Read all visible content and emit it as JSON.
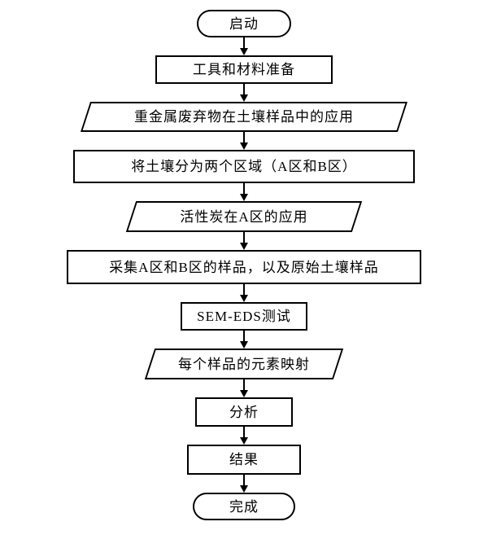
{
  "flowchart": {
    "title": "SEM-EDS soil experiment flowchart",
    "nodes": [
      {
        "type": "terminator",
        "label": "启动"
      },
      {
        "type": "process",
        "label": "工具和材料准备"
      },
      {
        "type": "parallelogram",
        "label": "重金属废弃物在土壤样品中的应用"
      },
      {
        "type": "process",
        "label": "将土壤分为两个区域（A区和B区）"
      },
      {
        "type": "parallelogram",
        "label": "活性炭在A区的应用"
      },
      {
        "type": "process",
        "label": "采集A区和B区的样品，以及原始土壤样品"
      },
      {
        "type": "process",
        "label": "SEM-EDS测试"
      },
      {
        "type": "parallelogram",
        "label": "每个样品的元素映射"
      },
      {
        "type": "process",
        "label": "分析"
      },
      {
        "type": "process",
        "label": "结果"
      },
      {
        "type": "terminator",
        "label": "完成"
      }
    ],
    "colors": {
      "stroke": "#000000",
      "fill": "#ffffff",
      "text": "#000000"
    }
  }
}
